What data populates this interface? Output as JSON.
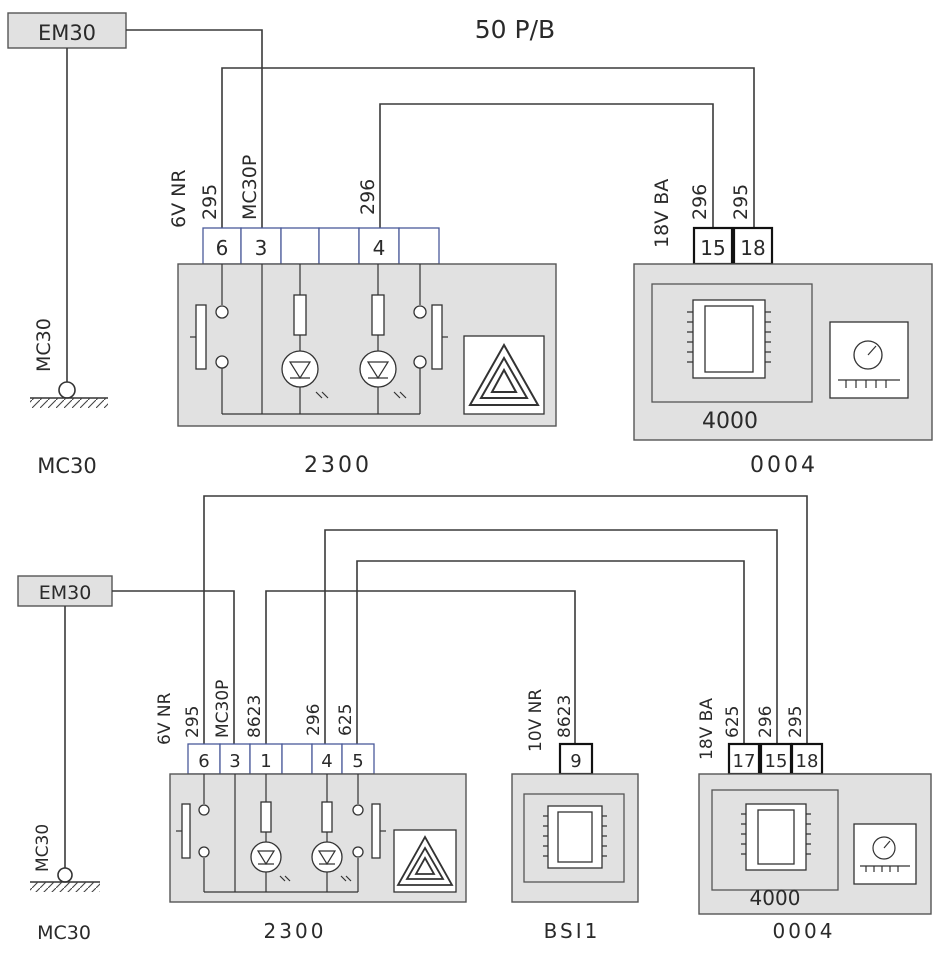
{
  "title": "50 P/B",
  "top": {
    "em_label": "EM30",
    "ground_label": "MC30",
    "ground_caption": "MC30",
    "switch_wires": [
      "6V NR",
      "295",
      "MC30P",
      "296"
    ],
    "switch_pins": [
      "6",
      "3",
      "4"
    ],
    "switch_code": "2300",
    "bsi_wires": [
      "18V BA",
      "296",
      "295"
    ],
    "bsi_pins": [
      "15",
      "18"
    ],
    "bsi_inner_code": "4000",
    "bsi_code": "0004"
  },
  "bottom": {
    "em_label": "EM30",
    "ground_label": "MC30",
    "ground_caption": "MC30",
    "switch_wires": [
      "6V NR",
      "295",
      "MC30P",
      "8623",
      "296",
      "625"
    ],
    "switch_pins": [
      "6",
      "3",
      "1",
      "4",
      "5"
    ],
    "switch_code": "2300",
    "bs_wires": [
      "10V NR",
      "8623"
    ],
    "bs_pin": "9",
    "bs_code": "BSI1",
    "bsi_wires": [
      "18V BA",
      "625",
      "296",
      "295"
    ],
    "bsi_pins": [
      "17",
      "15",
      "18"
    ],
    "bsi_inner_code": "4000",
    "bsi_code": "0004"
  }
}
